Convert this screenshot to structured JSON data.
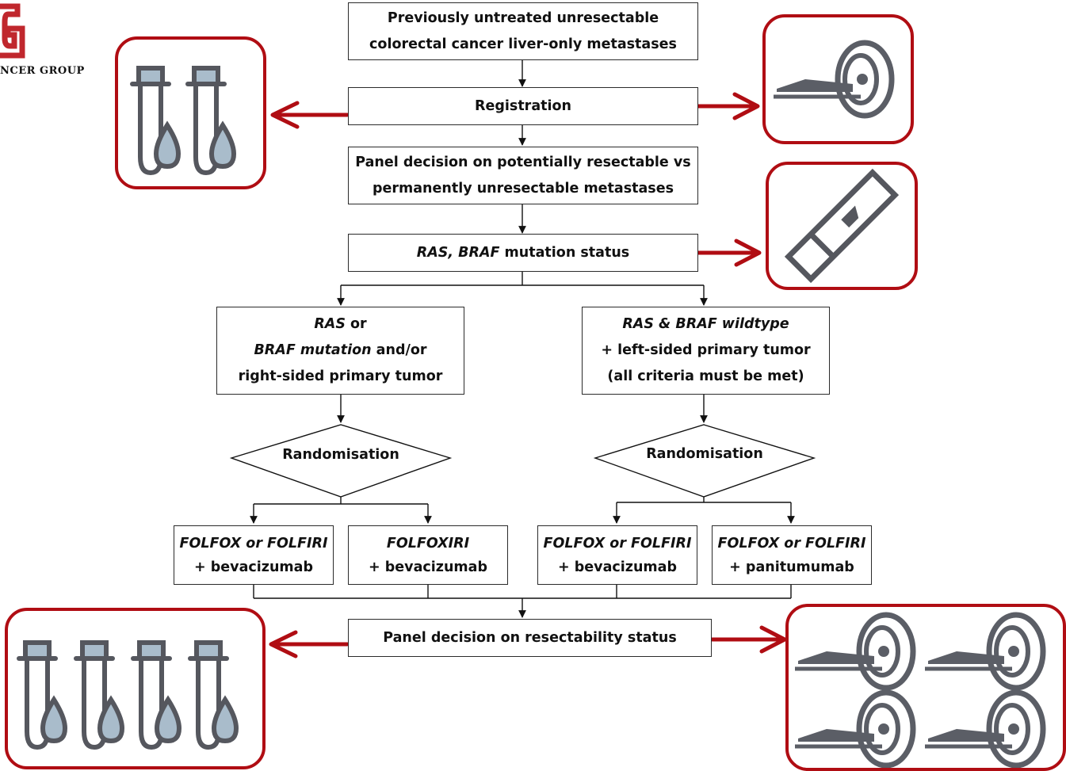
{
  "logo": {
    "text": "NCER GROUP",
    "color": "#c0272d"
  },
  "colors": {
    "accent": "#b00d13",
    "box_border": "#2b2b2b",
    "icon_dark": "#55575e",
    "icon_fill": "#a9bccb"
  },
  "boxes": {
    "untreated": {
      "line1": "Previously untreated unresectable",
      "line2": "colorectal cancer liver-only metastases"
    },
    "registration": {
      "label": "Registration"
    },
    "panel1": {
      "line1": "Panel decision on potentially resectable vs",
      "line2": "permanently unresectable metastases"
    },
    "mutation": {
      "italic": "RAS, BRAF",
      "rest": " mutation status"
    },
    "left_group": {
      "l1_italic": "RAS",
      "l1_rest": " or",
      "l2_italic": "BRAF mutation",
      "l2_rest": " and/or",
      "l3": "right-sided primary tumor"
    },
    "right_group": {
      "l1": "RAS & BRAF wildtype",
      "l2": "+ left-sided primary tumor",
      "l3": "(all criteria must be met)"
    },
    "arm1": {
      "line1": "FOLFOX or FOLFIRI",
      "line2": "+ bevacizumab"
    },
    "arm2": {
      "line1": "FOLFOXIRI",
      "line2": "+ bevacizumab"
    },
    "arm3": {
      "line1": "FOLFOX or FOLFIRI",
      "line2": "+ bevacizumab"
    },
    "arm4": {
      "line1": "FOLFOX or FOLFIRI",
      "line2": "+ panitumumab"
    },
    "panel2": {
      "label": "Panel decision on resectability status"
    }
  },
  "diamonds": {
    "left": "Randomisation",
    "right": "Randomisation"
  },
  "icons": {
    "blood_top": {
      "name": "blood-tube-icon",
      "count": 2
    },
    "scan_top": {
      "name": "ct-scanner-icon",
      "count": 1
    },
    "tissue": {
      "name": "tissue-slide-icon",
      "count": 1
    },
    "blood_bottom": {
      "name": "blood-tube-icon",
      "count": 4
    },
    "scan_bottom": {
      "name": "ct-scanner-icon",
      "count": 4
    }
  }
}
